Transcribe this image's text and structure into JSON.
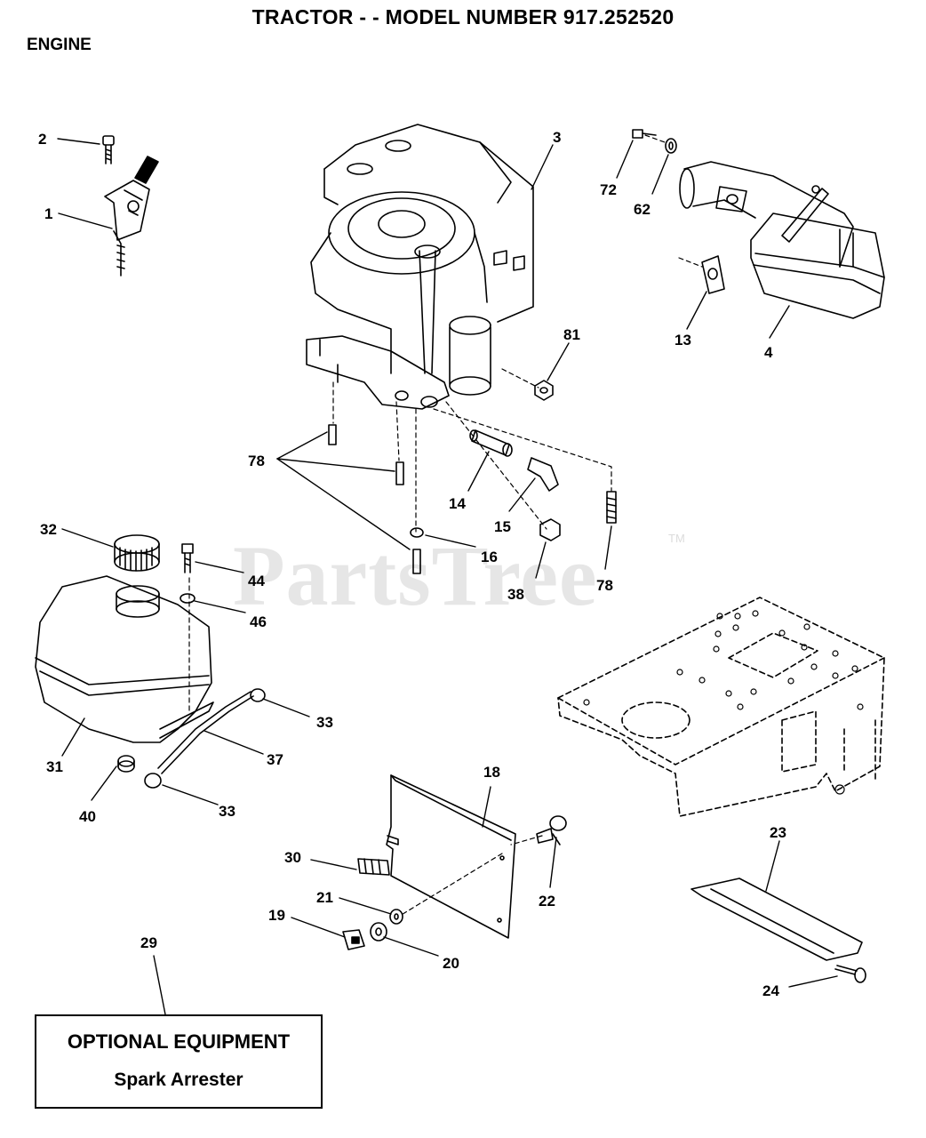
{
  "header": {
    "title": "TRACTOR - - MODEL NUMBER 917.252520",
    "section": "ENGINE"
  },
  "watermark": {
    "text": "PartsTree",
    "trademark": "TM"
  },
  "callouts": [
    {
      "id": "c1",
      "label": "1"
    },
    {
      "id": "c2",
      "label": "2"
    },
    {
      "id": "c3",
      "label": "3"
    },
    {
      "id": "c4",
      "label": "4"
    },
    {
      "id": "c13",
      "label": "13"
    },
    {
      "id": "c14",
      "label": "14"
    },
    {
      "id": "c15",
      "label": "15"
    },
    {
      "id": "c16",
      "label": "16"
    },
    {
      "id": "c18",
      "label": "18"
    },
    {
      "id": "c19",
      "label": "19"
    },
    {
      "id": "c20",
      "label": "20"
    },
    {
      "id": "c21",
      "label": "21"
    },
    {
      "id": "c22",
      "label": "22"
    },
    {
      "id": "c23",
      "label": "23"
    },
    {
      "id": "c24",
      "label": "24"
    },
    {
      "id": "c29",
      "label": "29"
    },
    {
      "id": "c30",
      "label": "30"
    },
    {
      "id": "c31",
      "label": "31"
    },
    {
      "id": "c32",
      "label": "32"
    },
    {
      "id": "c33a",
      "label": "33"
    },
    {
      "id": "c33b",
      "label": "33"
    },
    {
      "id": "c37",
      "label": "37"
    },
    {
      "id": "c38",
      "label": "38"
    },
    {
      "id": "c40",
      "label": "40"
    },
    {
      "id": "c44",
      "label": "44"
    },
    {
      "id": "c46",
      "label": "46"
    },
    {
      "id": "c62",
      "label": "62"
    },
    {
      "id": "c72",
      "label": "72"
    },
    {
      "id": "c78a",
      "label": "78"
    },
    {
      "id": "c78b",
      "label": "78"
    },
    {
      "id": "c81",
      "label": "81"
    }
  ],
  "optional_equipment": {
    "heading": "OPTIONAL EQUIPMENT",
    "item": "Spark Arrester"
  }
}
